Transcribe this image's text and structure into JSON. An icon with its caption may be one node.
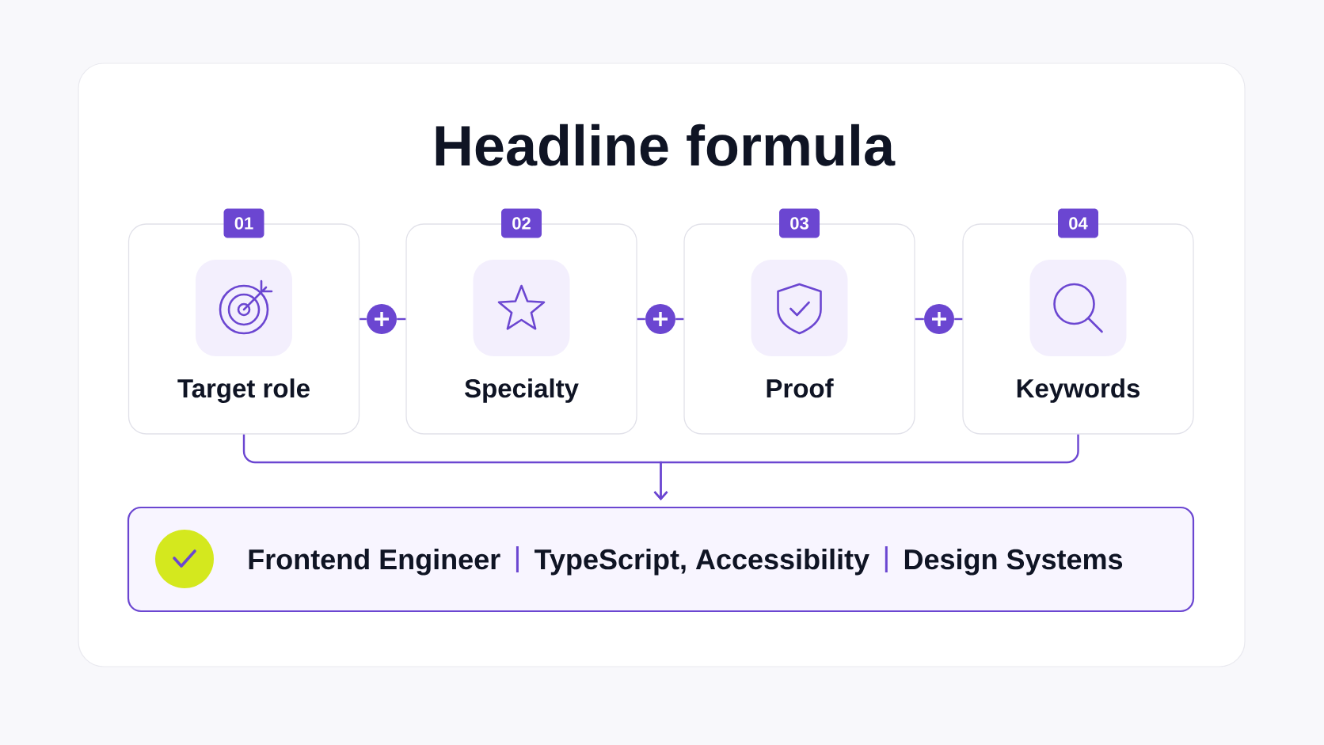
{
  "diagram": {
    "title": "Headline formula",
    "nodes": [
      {
        "text": [
          "01",
          "Target role"
        ]
      },
      {
        "text": [],
        "shape": "circle"
      },
      {
        "text": [
          "02",
          "Specialty"
        ]
      },
      {
        "text": [],
        "shape": "circle"
      },
      {
        "text": [
          "03",
          "Proof"
        ]
      },
      {
        "text": [],
        "shape": "circle"
      },
      {
        "text": [
          "04",
          "Keywords"
        ]
      },
      {
        "text": [
          "Frontend Engineer",
          "TypeScript, Accessibility",
          "Design Systems"
        ]
      }
    ],
    "edges": [
      {
        "from": 0,
        "to": 1,
        "arrow": "none"
      },
      {
        "from": 1,
        "to": 2,
        "arrow": "none"
      },
      {
        "from": 2,
        "to": 3,
        "arrow": "none"
      },
      {
        "from": 3,
        "to": 4,
        "arrow": "none"
      },
      {
        "from": 4,
        "to": 5,
        "arrow": "none"
      },
      {
        "from": 5,
        "to": 6,
        "arrow": "none"
      },
      {
        "from": 0,
        "to": 7,
        "arrow": "to"
      },
      {
        "from": 6,
        "to": 7,
        "arrow": "to"
      }
    ]
  }
}
